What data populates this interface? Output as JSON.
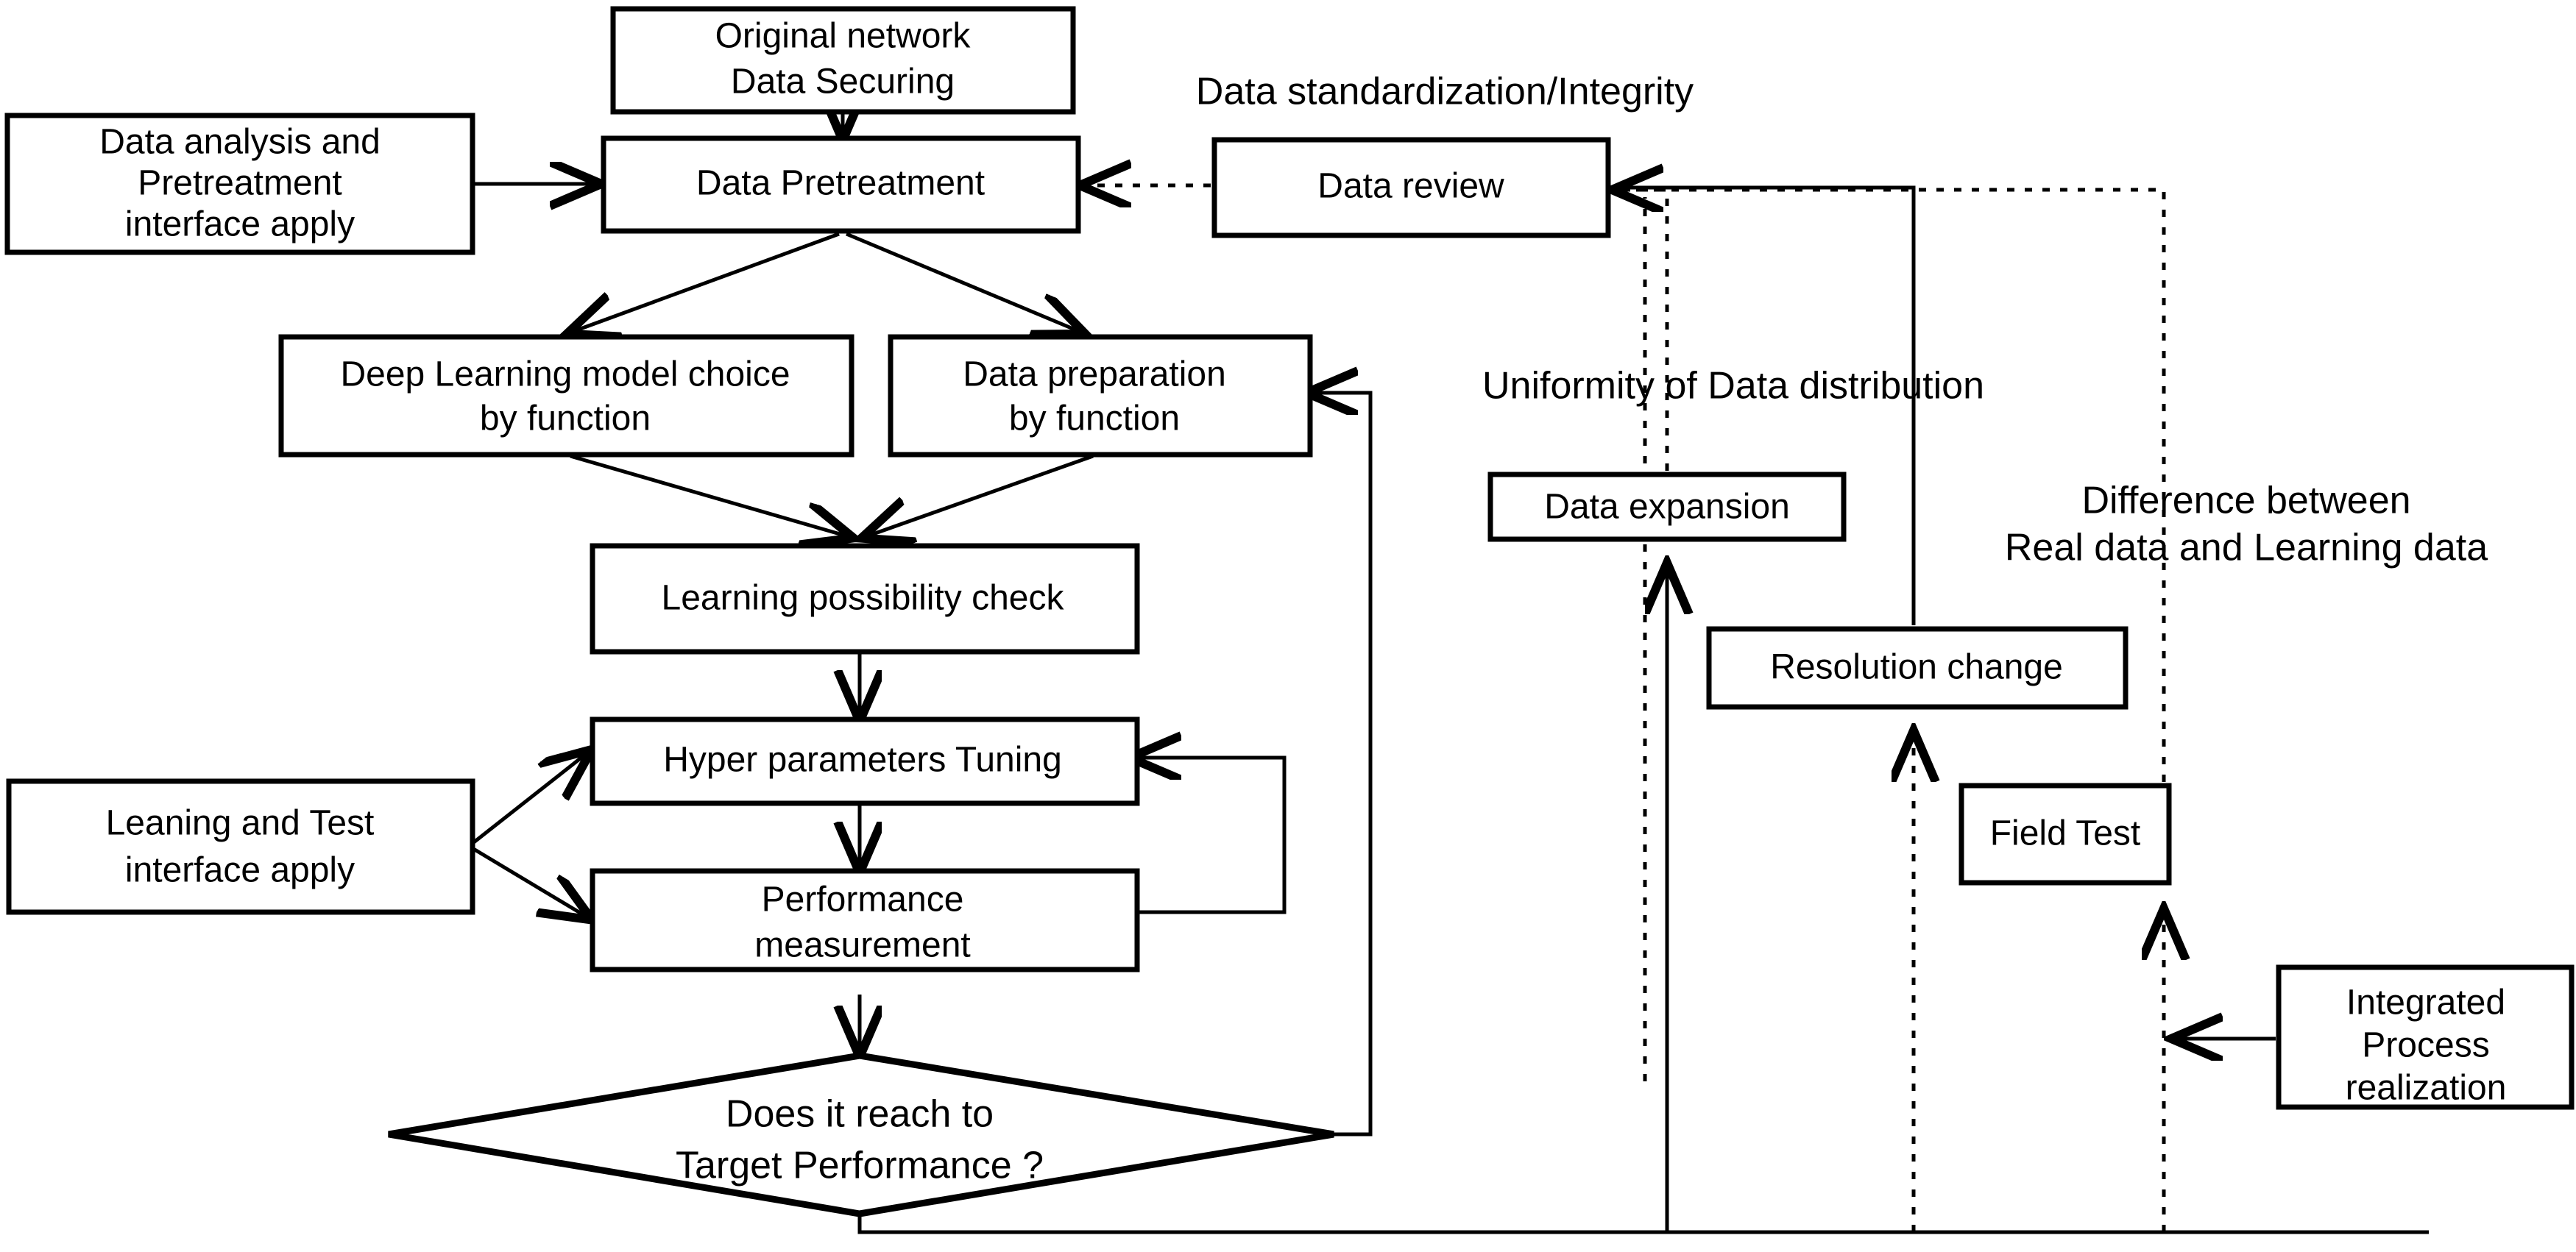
{
  "diagram": {
    "title": "Deep learning model development process flowchart",
    "colors": {
      "stroke": "#000000",
      "fill": "#ffffff",
      "text": "#000000"
    },
    "nodes": {
      "original_network": {
        "line1": "Original network",
        "line2": "Data Securing"
      },
      "data_pretreatment": {
        "line1": "Data Pretreatment"
      },
      "data_analysis_interface": {
        "line1": "Data analysis and",
        "line2": "Pretreatment",
        "line3": "interface apply"
      },
      "deep_learning_choice": {
        "line1": "Deep Learning model choice",
        "line2": "by function"
      },
      "data_preparation": {
        "line1": "Data preparation",
        "line2": "by function"
      },
      "learning_possibility": {
        "line1": "Learning possibility check"
      },
      "hyper_parameters": {
        "line1": "Hyper parameters Tuning"
      },
      "performance_measurement": {
        "line1": "Performance",
        "line2": "measurement"
      },
      "leaning_test_interface": {
        "line1": "Leaning and Test",
        "line2": "interface apply"
      },
      "decision": {
        "line1": "Does it reach to",
        "line2": "Target Performance ?"
      },
      "data_review": {
        "line1": "Data review"
      },
      "data_expansion": {
        "line1": "Data expansion"
      },
      "resolution_change": {
        "line1": "Resolution change"
      },
      "field_test": {
        "line1": "Field Test"
      },
      "integrated_process": {
        "line1": "Integrated",
        "line2": "Process",
        "line3": "realization"
      }
    },
    "annotations": {
      "standardization": "Data standardization/Integrity",
      "uniformity": "Uniformity of Data distribution",
      "difference_l1": "Difference between",
      "difference_l2": "Real data and Learning data"
    }
  }
}
